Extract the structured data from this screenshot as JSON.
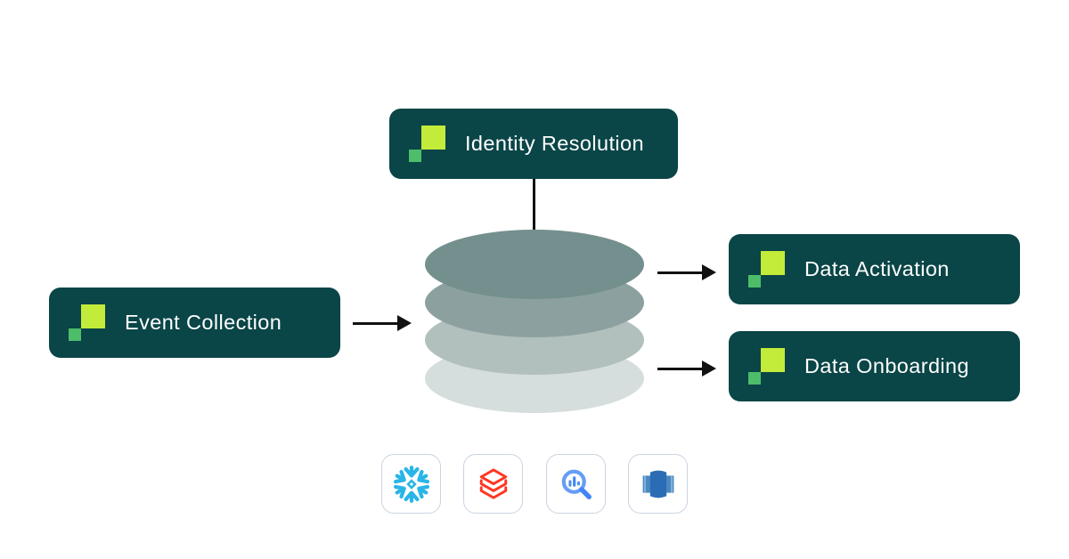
{
  "diagram": {
    "nodes": [
      {
        "id": "identity-resolution",
        "label": "Identity Resolution"
      },
      {
        "id": "event-collection",
        "label": "Event Collection"
      },
      {
        "id": "data-activation",
        "label": "Data Activation"
      },
      {
        "id": "data-onboarding",
        "label": "Data Onboarding"
      }
    ],
    "warehouse": {
      "layer_count": 4,
      "layer_colors": [
        "#74908e",
        "#8ca19f",
        "#b1bfbd",
        "#d6dedd"
      ]
    },
    "integrations": [
      {
        "name": "snowflake-icon",
        "color": "#29b5e8"
      },
      {
        "name": "databricks-icon",
        "color": "#ff3621"
      },
      {
        "name": "bigquery-icon",
        "color": "#4285f4"
      },
      {
        "name": "redshift-icon",
        "color": "#2a6db4"
      }
    ],
    "colors": {
      "node_bg": "#0a4547",
      "node_text": "#ffffff",
      "logo_big_square": "#c3eb3a",
      "logo_small_square": "#4dbd69",
      "arrow": "#111111",
      "tile_border": "#c9d4e0",
      "canvas_bg": "#ffffff"
    }
  }
}
